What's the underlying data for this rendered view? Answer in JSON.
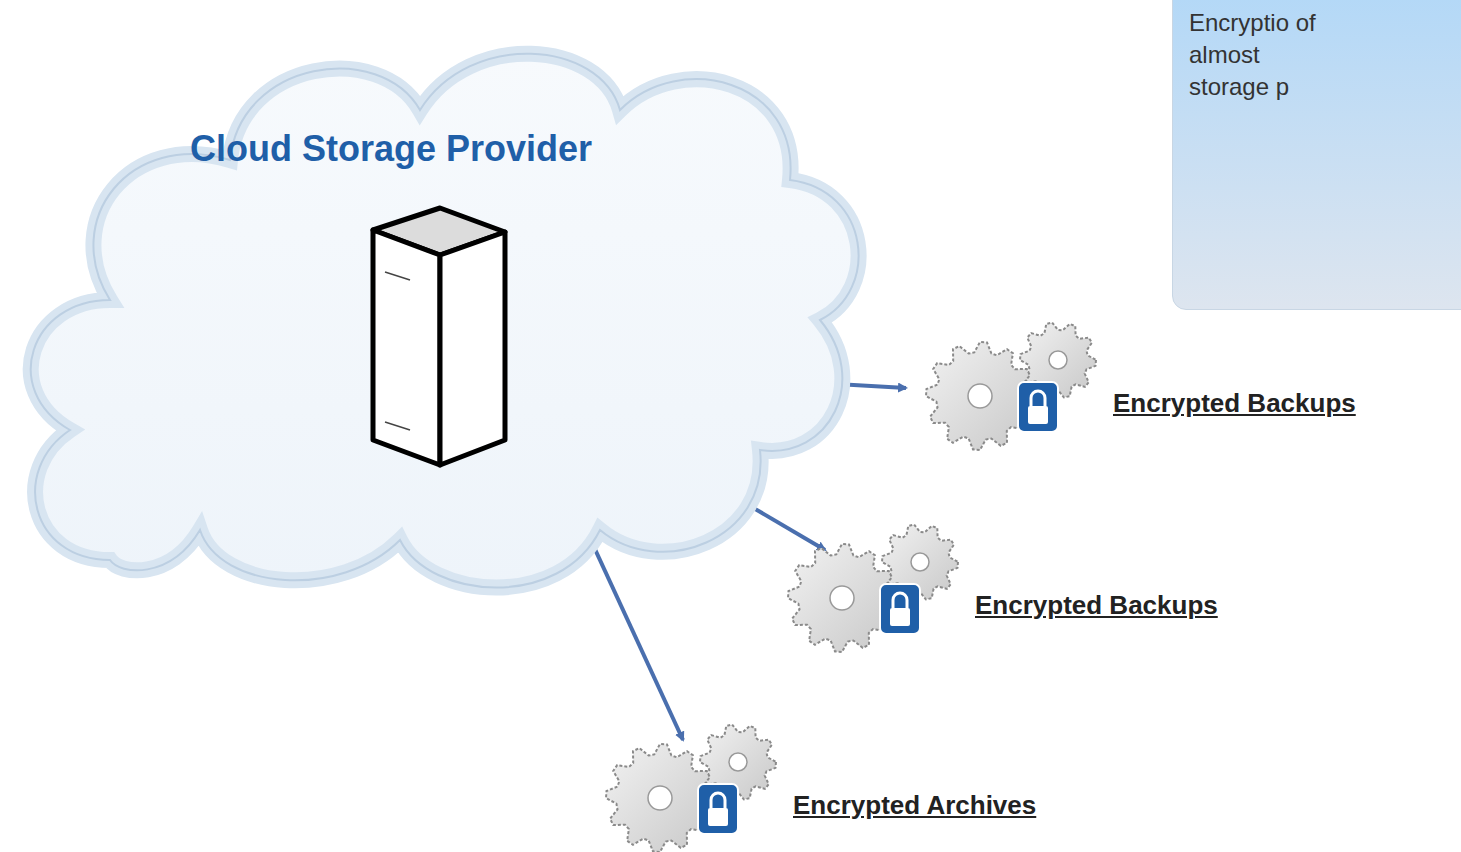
{
  "diagram": {
    "nodes": [
      {
        "text": [
          "Cloud Storage Provider"
        ]
      },
      {
        "text": [
          "Encryptio of almost storage p"
        ]
      },
      {
        "text": [
          "Encrypted Backups"
        ]
      },
      {
        "text": [
          "Encrypted Backups"
        ]
      },
      {
        "text": [
          "Encrypted Archives"
        ]
      }
    ],
    "edges": [
      {
        "from": 0,
        "to": 2,
        "arrow": "to"
      },
      {
        "from": 0,
        "to": 3,
        "arrow": "to"
      },
      {
        "from": 0,
        "to": 4,
        "arrow": "to"
      }
    ]
  }
}
